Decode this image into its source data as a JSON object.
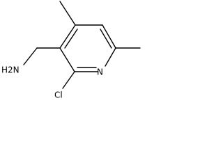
{
  "structure": {
    "atom_labels": {
      "amine": "H2N",
      "chlorine": "Cl",
      "ring_nitrogen": "N"
    }
  }
}
